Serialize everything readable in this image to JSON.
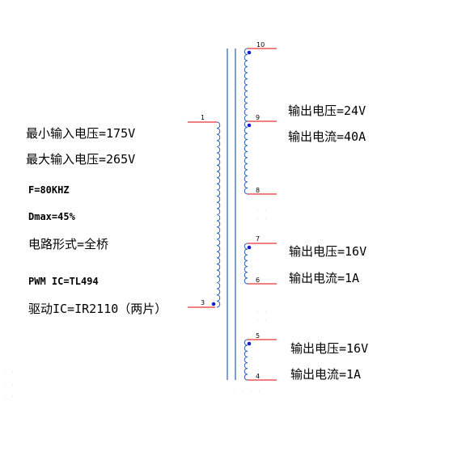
{
  "colors": {
    "wire": "#e00000",
    "coil": "#2a5fb0",
    "core": "#2a5fb0",
    "dot": "#1020d0",
    "text": "#000000"
  },
  "primary": {
    "pin_top": "1",
    "pin_bottom": "3",
    "specs": [
      "最小输入电压=175V",
      "最大输入电压=265V",
      "F=80KHZ",
      "Dmax=45%",
      "电路形式=全桥",
      "PWM IC=TL494",
      "驱动IC=IR2110（两片）"
    ]
  },
  "secondaries": [
    {
      "pin_top": "10",
      "pin_mid": "9",
      "pin_bottom": "8",
      "voltage": "输出电压=24V",
      "current": "输出电流=40A"
    },
    {
      "pin_top": "7",
      "pin_bottom": "6",
      "voltage": "输出电压=16V",
      "current": "输出电流=1A"
    },
    {
      "pin_top": "5",
      "pin_bottom": "4",
      "voltage": "输出电压=16V",
      "current": "输出电流=1A"
    }
  ]
}
